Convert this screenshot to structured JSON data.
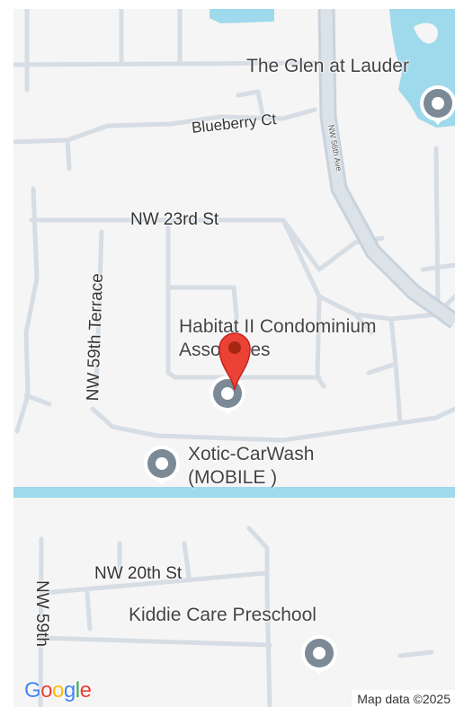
{
  "map": {
    "streets": {
      "blueberry_ct": "Blueberry Ct",
      "nw_56th_ave": "NW 56th Ave",
      "nw_23rd_st": "NW 23rd St",
      "nw_59th_terrace": "NW 59th Terrace",
      "nw_20th_st": "NW 20th St",
      "nw_59th": "NW 59th"
    },
    "places": {
      "glen": "The Glen at Lauder",
      "habitat_line1": "Habitat II Condominium",
      "habitat_line2": "Associates",
      "xotic_line1": "Xotic-CarWash",
      "xotic_line2": "(MOBILE )",
      "kiddie": "Kiddie Care Preschool"
    },
    "attribution": "Map data ©2025",
    "logo": {
      "g1": "G",
      "o1": "o",
      "o2": "o",
      "g2": "g",
      "l": "l",
      "e": "e"
    },
    "colors": {
      "land": "#f5f5f5",
      "road": "#d6dde4",
      "major_road": "#c8d3dd",
      "water": "#9fd9ec",
      "pin_red": "#ea4335",
      "pin_dark": "#a52714",
      "poi_marker": "#7b8a96"
    },
    "icons": [
      "red-location-pin-icon",
      "place-marker-icon"
    ]
  }
}
